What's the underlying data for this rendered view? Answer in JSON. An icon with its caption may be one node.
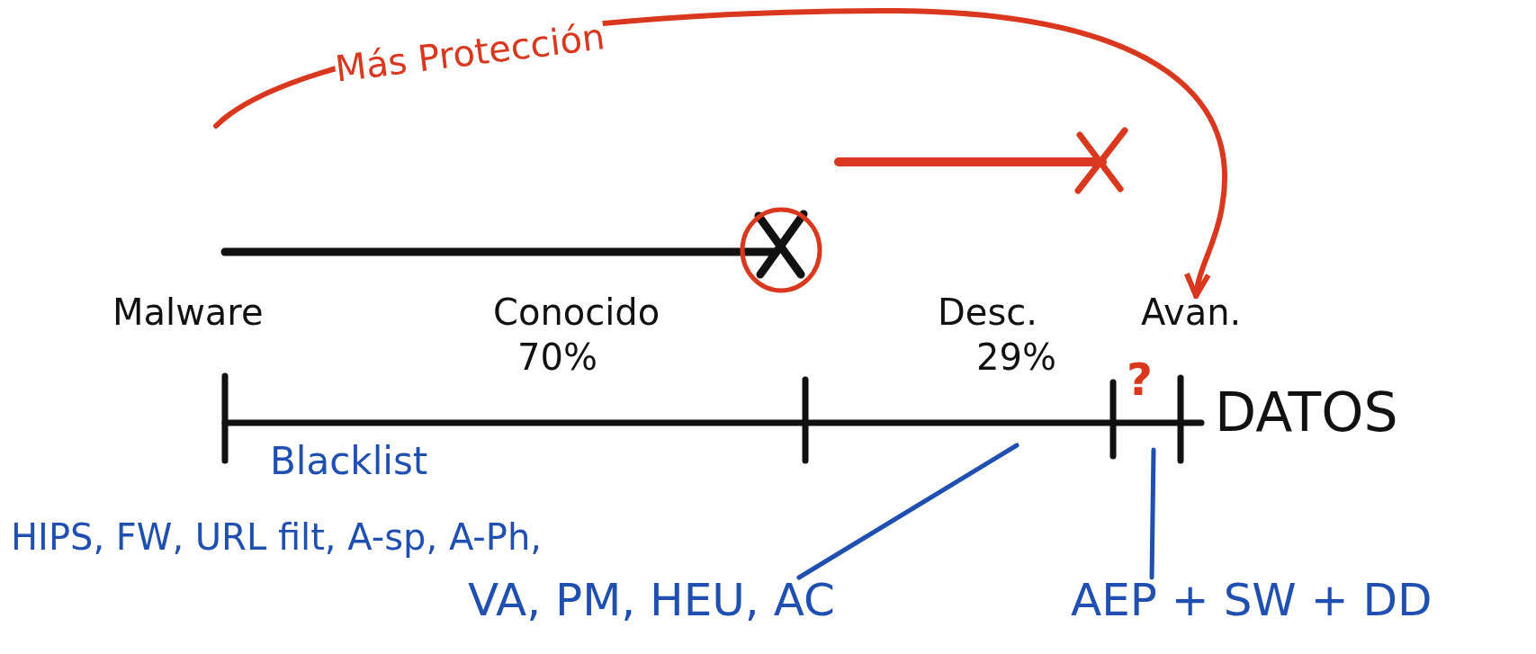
{
  "diagram": {
    "nodes": [
      {
        "text": [
          "Avan."
        ]
      },
      {
        "text": [
          "VA, PM, HEU, AC"
        ]
      },
      {
        "text": [
          "AEP + SW + DD"
        ]
      }
    ],
    "edges": [
      {
        "from": null,
        "to": 0,
        "arrow": "to",
        "label": "Más Protección",
        "color": "#d9381e"
      },
      {
        "from": 1,
        "to": null,
        "arrow": "none"
      },
      {
        "from": 2,
        "to": null,
        "arrow": "none"
      }
    ],
    "labels": [
      "Malware",
      "Conocido",
      "70%",
      "Desc.",
      "29%",
      "?",
      "DATOS",
      "Blacklist",
      "HIPS, FW, URL filt, A-sp, A-Ph,"
    ]
  }
}
